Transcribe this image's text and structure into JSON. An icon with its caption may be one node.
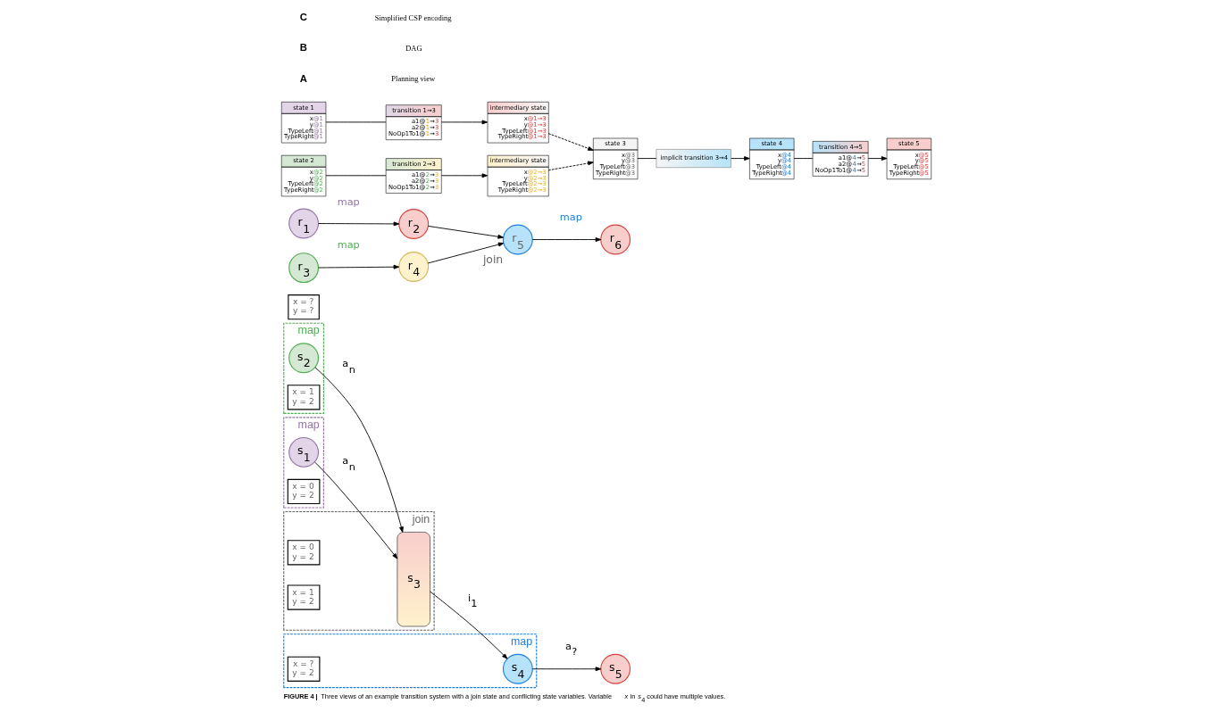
{
  "diagram": {
    "caption": "**FIGURE 4 |** Three views of an example transition system with a join state and conflicting state variables. Variable *x* in *s*$_{4}$ could have multiple values.",
    "nodes": [
      {
        "text": [
          "map"
        ]
      },
      {
        "text": [
          "s$_{1}$"
        ],
        "in": 0
      },
      {
        "text": [
          "x = 0",
          "y = 2"
        ],
        "in": 0
      },
      {
        "text": [
          "map"
        ]
      },
      {
        "text": [
          "s$_{2}$"
        ],
        "in": 3
      },
      {
        "text": [
          "x = 1",
          "y = 2"
        ],
        "in": 3
      },
      {
        "text": [
          "join"
        ]
      },
      {
        "text": [
          "s$_{3}$"
        ],
        "in": 6
      },
      {
        "text": [
          "x = 0",
          "y = 2"
        ],
        "in": 6
      },
      {
        "text": [
          "x = 1",
          "y = 2"
        ],
        "in": 6
      },
      {
        "text": [
          "map"
        ]
      },
      {
        "text": [
          "s$_{4}$"
        ],
        "in": 10
      },
      {
        "text": [
          "x = ?",
          "y = 2"
        ],
        "in": 10
      },
      {
        "text": [
          "s$_{5}$"
        ]
      },
      {
        "text": [
          "x = ?",
          "y = ?"
        ]
      },
      {
        "text": [
          "r$_{1}$"
        ]
      },
      {
        "text": [
          "r$_{2}$"
        ]
      },
      {
        "text": [
          "r$_{3}$"
        ]
      },
      {
        "text": [
          "r$_{4}$"
        ]
      },
      {
        "text": [
          "r$_{5}$"
        ],
        "beside": [
          "join"
        ]
      },
      {
        "text": [
          "r$_{6}$"
        ]
      },
      {
        "text": [
          "state 1",
          "x@1",
          "y@1",
          "TypeLeft@1",
          "TypeRight@1"
        ]
      },
      {
        "text": [
          "transition 1→3",
          "a1@1→3",
          "a2@1→3",
          "NoOp1To1@1→3"
        ]
      },
      {
        "text": [
          "intermediary state",
          "x@1→3",
          "y@1→3",
          "TypeLeft@1→3",
          "TypeRight@1→3"
        ]
      },
      {
        "text": [
          "state 2",
          "x@2",
          "y@2",
          "TypeLeft@2",
          "TypeRight@2"
        ]
      },
      {
        "text": [
          "transition 2→3",
          "a1@2→3",
          "a2@2→3",
          "NoOp1To1@2→3"
        ]
      },
      {
        "text": [
          "intermediary state",
          "x@2→3",
          "y@2→3",
          "TypeLeft@2→3",
          "TypeRight@2→3"
        ]
      },
      {
        "text": [
          "state 3",
          "x@3",
          "y@3",
          "TypeLeft@3",
          "TypeRight@3"
        ]
      },
      {
        "text": [
          "implicit transition 3→4"
        ]
      },
      {
        "text": [
          "state 4",
          "x@4",
          "y@4",
          "TypeLeft@4",
          "TypeRight@4"
        ]
      },
      {
        "text": [
          "transition 4→5",
          "a1@4→5",
          "a2@4→5",
          "NoOp1To1@4→5"
        ]
      },
      {
        "text": [
          "state 5",
          "x@5",
          "y@5",
          "TypeLeft@5",
          "TypeRight@5"
        ]
      }
    ],
    "edges": [
      {
        "from": 1,
        "to": 7,
        "arrow": "to",
        "label": "a$_{n}$"
      },
      {
        "from": 4,
        "to": 7,
        "arrow": "to",
        "label": "a$_{n}$"
      },
      {
        "from": 7,
        "to": 11,
        "arrow": "to",
        "label": "i$_{1}$"
      },
      {
        "from": 11,
        "to": 13,
        "arrow": "to",
        "label": "a$_{?}$"
      },
      {
        "from": 15,
        "to": 16,
        "arrow": "to",
        "label": "map"
      },
      {
        "from": 17,
        "to": 18,
        "arrow": "to",
        "label": "map"
      },
      {
        "from": 16,
        "to": 19,
        "arrow": "to"
      },
      {
        "from": 18,
        "to": 19,
        "arrow": "to"
      },
      {
        "from": 19,
        "to": 20,
        "arrow": "to",
        "label": "map"
      },
      {
        "from": 21,
        "to": 22,
        "arrow": "none"
      },
      {
        "from": 22,
        "to": 23,
        "arrow": "to"
      },
      {
        "from": 24,
        "to": 25,
        "arrow": "none"
      },
      {
        "from": 25,
        "to": 26,
        "arrow": "to"
      },
      {
        "from": 23,
        "to": 27,
        "arrow": "to",
        "style": "dashed"
      },
      {
        "from": 26,
        "to": 27,
        "arrow": "to",
        "style": "dashed"
      },
      {
        "from": 27,
        "to": 28,
        "arrow": "none"
      },
      {
        "from": 28,
        "to": 29,
        "arrow": "to"
      },
      {
        "from": 29,
        "to": 30,
        "arrow": "none"
      },
      {
        "from": 30,
        "to": 31,
        "arrow": "to"
      }
    ],
    "labels": [
      "A",
      "Planning view",
      "B",
      "DAG",
      "C",
      "Simplified CSP encoding"
    ]
  }
}
